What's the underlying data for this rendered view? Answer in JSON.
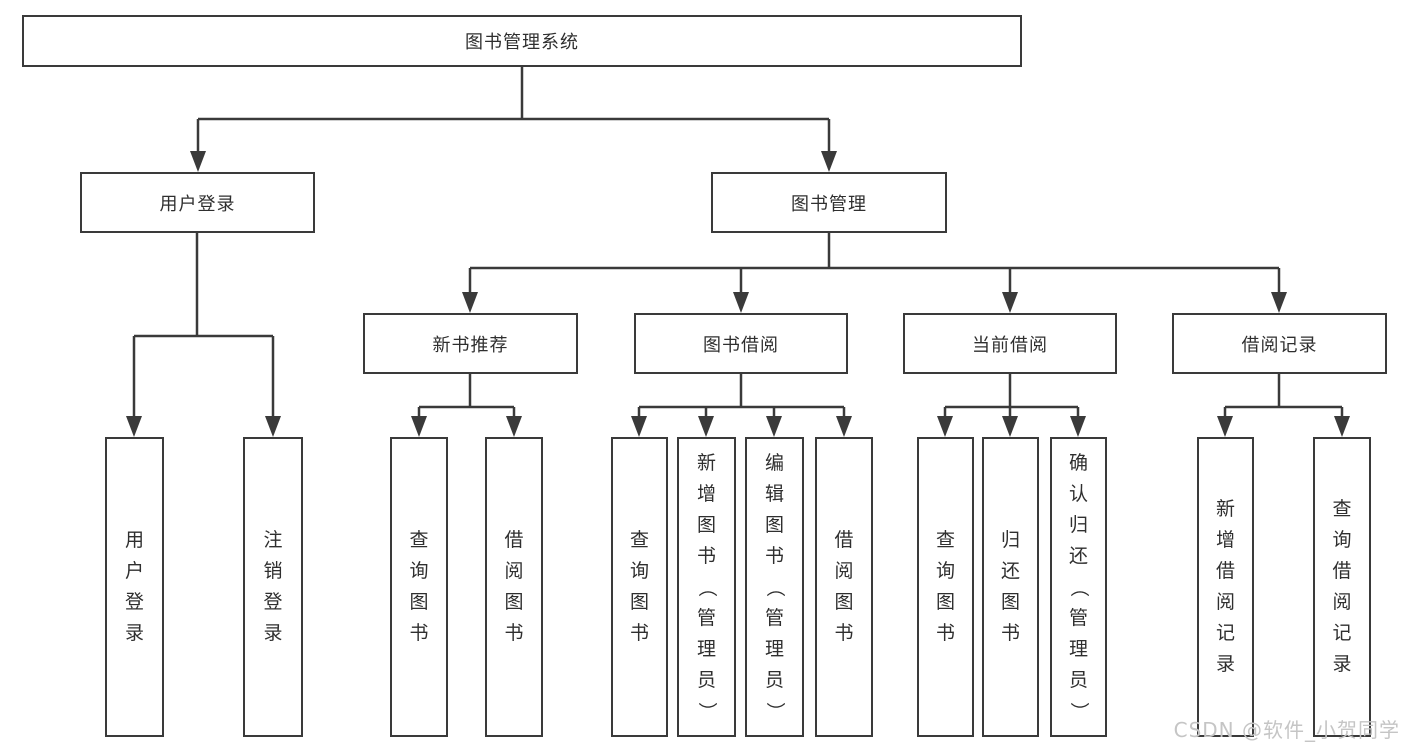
{
  "diagram": {
    "root": {
      "label": "图书管理系统",
      "children": [
        {
          "label": "用户登录",
          "children": [
            {
              "label": "用户登录"
            },
            {
              "label": "注销登录"
            }
          ]
        },
        {
          "label": "图书管理",
          "children": [
            {
              "label": "新书推荐",
              "children": [
                {
                  "label": "查询图书"
                },
                {
                  "label": "借阅图书"
                }
              ]
            },
            {
              "label": "图书借阅",
              "children": [
                {
                  "label": "查询图书"
                },
                {
                  "label": "新增图书（管理员）"
                },
                {
                  "label": "编辑图书（管理员）"
                },
                {
                  "label": "借阅图书"
                }
              ]
            },
            {
              "label": "当前借阅",
              "children": [
                {
                  "label": "查询图书"
                },
                {
                  "label": "归还图书"
                },
                {
                  "label": "确认归还（管理员）"
                }
              ]
            },
            {
              "label": "借阅记录",
              "children": [
                {
                  "label": "新增借阅记录"
                },
                {
                  "label": "查询借阅记录"
                }
              ]
            }
          ]
        }
      ]
    }
  },
  "watermark": "CSDN @软件_小贺同学",
  "colors": {
    "line": "#3a3a3a",
    "text": "#2f2f2f",
    "watermark": "#c5c5c5",
    "background": "#ffffff"
  }
}
